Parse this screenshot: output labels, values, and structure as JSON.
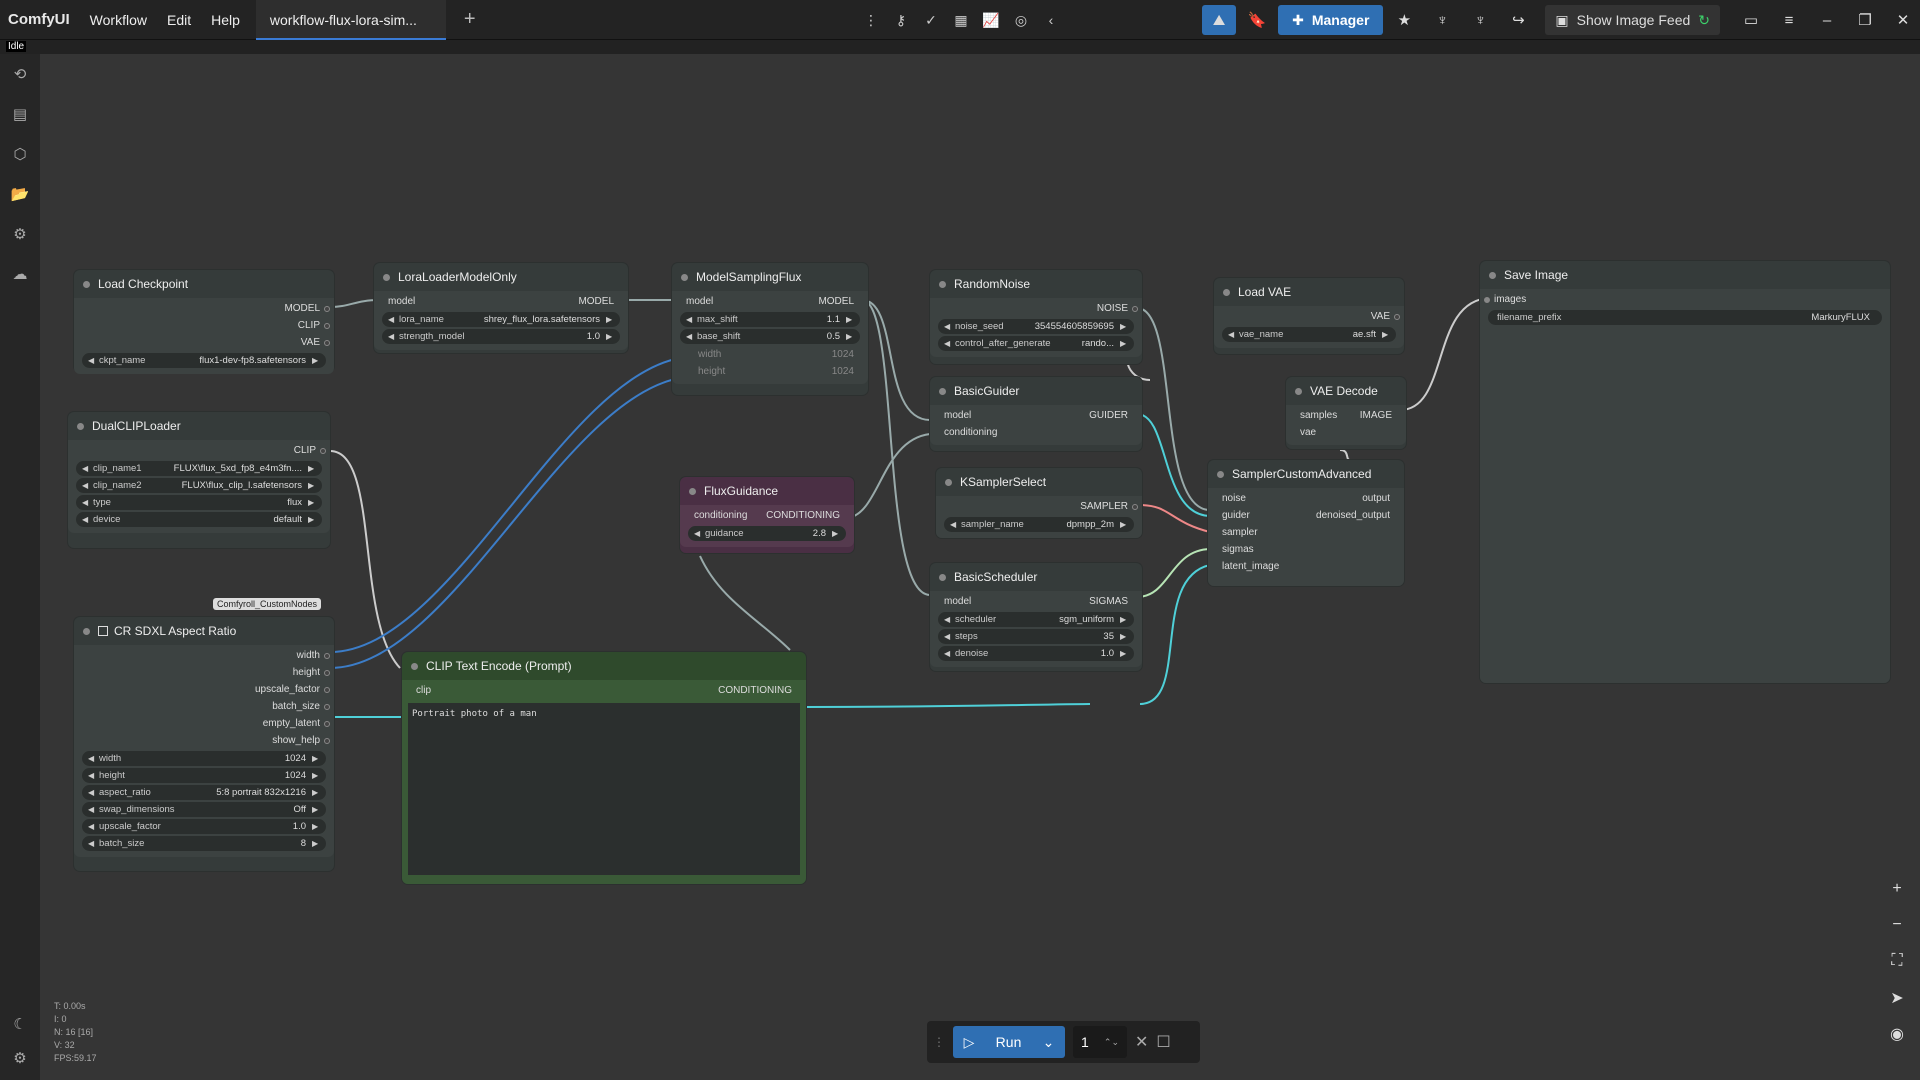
{
  "app": {
    "brand": "ComfyUI",
    "menus": [
      "Workflow",
      "Edit",
      "Help"
    ],
    "tab": "workflow-flux-lora-sim...",
    "manager": "Manager",
    "feed": "Show Image Feed",
    "status": "Idle"
  },
  "nodes": {
    "load_checkpoint": {
      "title": "Load Checkpoint",
      "outputs": [
        "MODEL",
        "CLIP",
        "VAE"
      ],
      "ckpt_name_k": "ckpt_name",
      "ckpt_name": "flux1-dev-fp8.safetensors"
    },
    "lora": {
      "title": "LoraLoaderModelOnly",
      "in": "model",
      "out": "MODEL",
      "lora_k": "lora_name",
      "lora": "shrey_flux_lora.safetensors",
      "strength_k": "strength_model",
      "strength": "1.0"
    },
    "msf": {
      "title": "ModelSamplingFlux",
      "in": "model",
      "out": "MODEL",
      "max_k": "max_shift",
      "max": "1.1",
      "base_k": "base_shift",
      "base": "0.5",
      "width_k": "width",
      "width": "1024",
      "height_k": "height",
      "height": "1024"
    },
    "random_noise": {
      "title": "RandomNoise",
      "out": "NOISE",
      "seed_k": "noise_seed",
      "seed": "354554605859695",
      "cag_k": "control_after_generate",
      "cag": "rando..."
    },
    "load_vae": {
      "title": "Load VAE",
      "out": "VAE",
      "vae_k": "vae_name",
      "vae": "ae.sft"
    },
    "save_image": {
      "title": "Save Image",
      "in": "images",
      "prefix_k": "filename_prefix",
      "prefix": "MarkuryFLUX"
    },
    "dual_clip": {
      "title": "DualCLIPLoader",
      "out": "CLIP",
      "c1_k": "clip_name1",
      "c1": "FLUX\\flux_5xd_fp8_e4m3fn....",
      "c2_k": "clip_name2",
      "c2": "FLUX\\flux_clip_l.safetensors",
      "type_k": "type",
      "type": "flux",
      "device_k": "device",
      "device": "default"
    },
    "basic_guider": {
      "title": "BasicGuider",
      "in1": "model",
      "in2": "conditioning",
      "out": "GUIDER"
    },
    "vae_decode": {
      "title": "VAE Decode",
      "in1": "samples",
      "in2": "vae",
      "out": "IMAGE"
    },
    "flux_guidance": {
      "title": "FluxGuidance",
      "in": "conditioning",
      "out": "CONDITIONING",
      "g_k": "guidance",
      "g": "2.8"
    },
    "ksampler_select": {
      "title": "KSamplerSelect",
      "out": "SAMPLER",
      "s_k": "sampler_name",
      "s": "dpmpp_2m"
    },
    "sca": {
      "title": "SamplerCustomAdvanced",
      "ins": [
        "noise",
        "guider",
        "sampler",
        "sigmas",
        "latent_image"
      ],
      "outs": [
        "output",
        "denoised_output"
      ]
    },
    "basic_scheduler": {
      "title": "BasicScheduler",
      "in": "model",
      "out": "SIGMAS",
      "sch_k": "scheduler",
      "sch": "sgm_uniform",
      "steps_k": "steps",
      "steps": "35",
      "den_k": "denoise",
      "den": "1.0"
    },
    "cr_sdxl": {
      "title": "CR SDXL Aspect Ratio",
      "tag": "Comfyroll_CustomNodes",
      "outs": [
        "width",
        "height",
        "upscale_factor",
        "batch_size",
        "empty_latent",
        "show_help"
      ],
      "w_k": "width",
      "w": "1024",
      "h_k": "height",
      "h": "1024",
      "ar_k": "aspect_ratio",
      "ar": "5:8 portrait 832x1216",
      "sd_k": "swap_dimensions",
      "sd": "Off",
      "uf_k": "upscale_factor",
      "uf": "1.0",
      "bs_k": "batch_size",
      "bs": "8"
    },
    "clip_text": {
      "title": "CLIP Text Encode (Prompt)",
      "in": "clip",
      "out": "CONDITIONING",
      "text": "Portrait photo of a man"
    }
  },
  "stats": [
    "T: 0.00s",
    "I: 0",
    "N: 16 [16]",
    "V: 32",
    "FPS:59.17"
  ],
  "run": {
    "label": "Run",
    "count": "1"
  },
  "colors": {
    "accent": "#2f6fb3",
    "wire_blue": "#3c7dc8",
    "wire_cyan": "#4fd0d8",
    "wire_gray": "#9aa",
    "clip_green": "#3a5a37",
    "flux_purple": "#4a2f44"
  }
}
